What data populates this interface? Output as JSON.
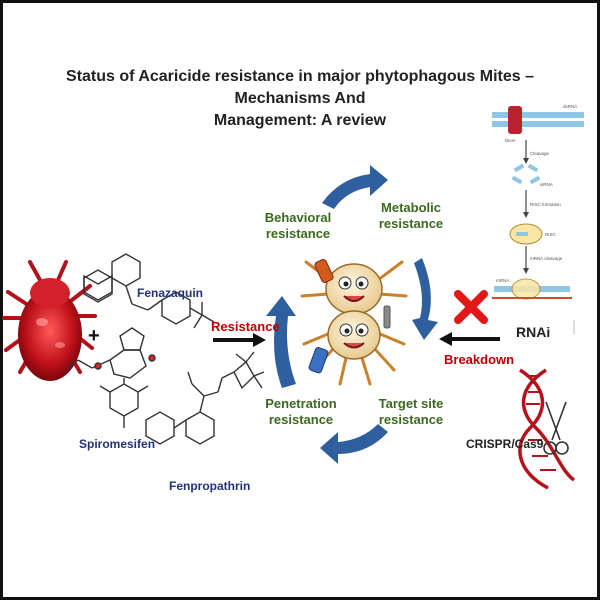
{
  "title_line1": "Status of Acaricide resistance in major phytophagous Mites – Mechanisms And",
  "title_line2": "Management: A review",
  "mechanisms": {
    "behavioral": [
      "Behavioral",
      "resistance"
    ],
    "metabolic": [
      "Metabolic",
      "resistance"
    ],
    "penetration": [
      "Penetration",
      "resistance"
    ],
    "target_site": [
      "Target site",
      "resistance"
    ]
  },
  "arrow_labels": {
    "resistance": "Resistance",
    "breakdown": "Breakdown"
  },
  "compounds": {
    "fenazaquin": "Fenazaquin",
    "spiromesifen": "Spiromesifen",
    "fenpropathrin": "Fenpropathrin",
    "plus": "+"
  },
  "management": {
    "rnai": "RNAi",
    "crispr": "CRISPR/Cas9"
  },
  "rnai_steps": [
    "Dicer",
    "dsRNA",
    "Cleavage",
    "siRNA",
    "RISC formation",
    "RISC",
    "mRNA cleavage",
    "mRNA"
  ],
  "colors": {
    "mechanism_text": "#3b6a1e",
    "compound_text": "#22327a",
    "arrow_text": "#c00000",
    "cycle_arrow": "#2f5f9e",
    "mite": "#c0121a",
    "dna_red": "#b5121b"
  }
}
